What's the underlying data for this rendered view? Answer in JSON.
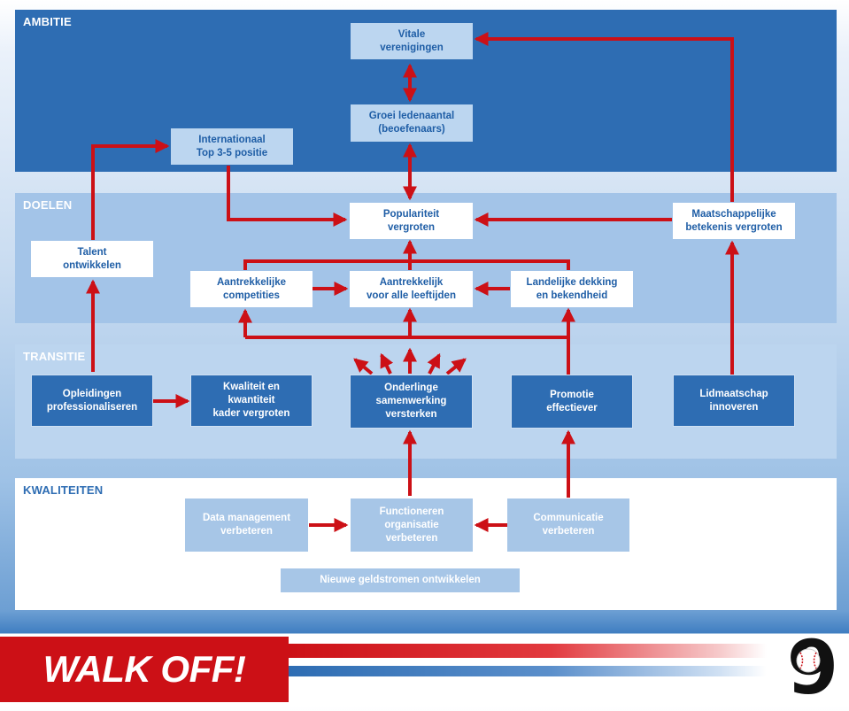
{
  "bands": {
    "ambitie": "AMBITIE",
    "doelen": "DOELEN",
    "transitie": "TRANSITIE",
    "kwaliteiten": "KWALITEITEN"
  },
  "boxes": {
    "vitale": "Vitale\nverenigingen",
    "groei": "Groei ledenaantal\n(beoefenaars)",
    "internationaal": "Internationaal\nTop 3-5 positie",
    "populariteit": "Populariteit\nvergroten",
    "maatschappelijk": "Maatschappelijke\nbetekenis vergroten",
    "talent": "Talent\nontwikkelen",
    "competities": "Aantrekkelijke\ncompetities",
    "leeftijden": "Aantrekkelijk\nvoor alle leeftijden",
    "dekking": "Landelijke dekking\nen bekendheid",
    "opleidingen": "Opleidingen\nprofessionaliseren",
    "kader": "Kwaliteit en\nkwantiteit\nkader vergroten",
    "samenwerking": "Onderlinge\nsamenwerking\nversterken",
    "promotie": "Promotie\neffectiever",
    "lidmaatschap": "Lidmaatschap\ninnoveren",
    "datamanagement": "Data management\nverbeteren",
    "functioneren": "Functioneren\norganisatie\nverbeteren",
    "communicatie": "Communicatie\nverbeteren",
    "geldstromen": "Nieuwe geldstromen ontwikkelen"
  },
  "footer": {
    "brand": "WALK OFF!",
    "page_number": "9",
    "ball_icon": "baseball-icon"
  },
  "colors": {
    "dark_blue": "#2e6db3",
    "light_blue": "#bcd6f0",
    "arrow_red": "#cc1016",
    "brand_red": "#cc1016"
  }
}
